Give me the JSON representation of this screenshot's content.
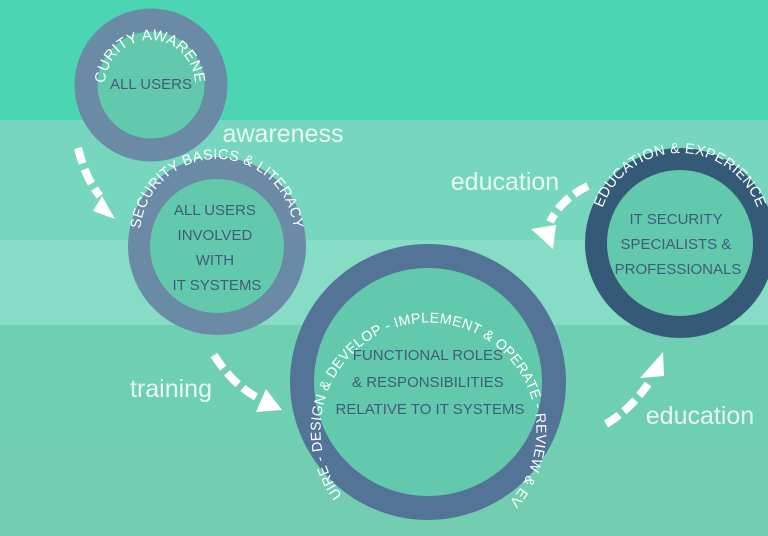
{
  "colors": {
    "band_top": "#4cd5b3",
    "band_1": "#77d7be",
    "band_2": "#86dcc5",
    "band_3": "#6ecfb3",
    "band_4": "#8adbc5",
    "band_bottom": "#6fcbad",
    "ring_light": "#6a8aa5",
    "ring_mid": "#537496",
    "ring_dark": "#355a78",
    "inner_fill": "#63c9ad",
    "arrow": "#ffffff"
  },
  "circles": {
    "awareness": {
      "ring_text": "SECURITY AWARENESS",
      "lines": [
        "ALL USERS"
      ]
    },
    "basics": {
      "ring_text": "SECURITY BASICS & LITERACY",
      "lines": [
        "ALL USERS",
        "INVOLVED",
        "WITH",
        "IT SYSTEMS"
      ]
    },
    "roles": {
      "ring_text": "MANAGE - ACQUIRE - DESIGN & DEVELOP - IMPLEMENT & OPERATE - REVIEW & EVALUATE - USE",
      "lines": [
        "FUNCTIONAL ROLES",
        "& RESPONSIBILITIES",
        "RELATIVE TO IT SYSTEMS"
      ]
    },
    "education": {
      "ring_text": "EDUCATION & EXPERIENCE",
      "lines": [
        "IT SECURITY",
        "SPECIALISTS &",
        "PROFESSIONALS"
      ]
    }
  },
  "flows": {
    "awareness": "awareness",
    "training": "training",
    "education_top": "education",
    "education_bottom": "education"
  },
  "arrow_icon": "triangle-arrowhead-icon"
}
